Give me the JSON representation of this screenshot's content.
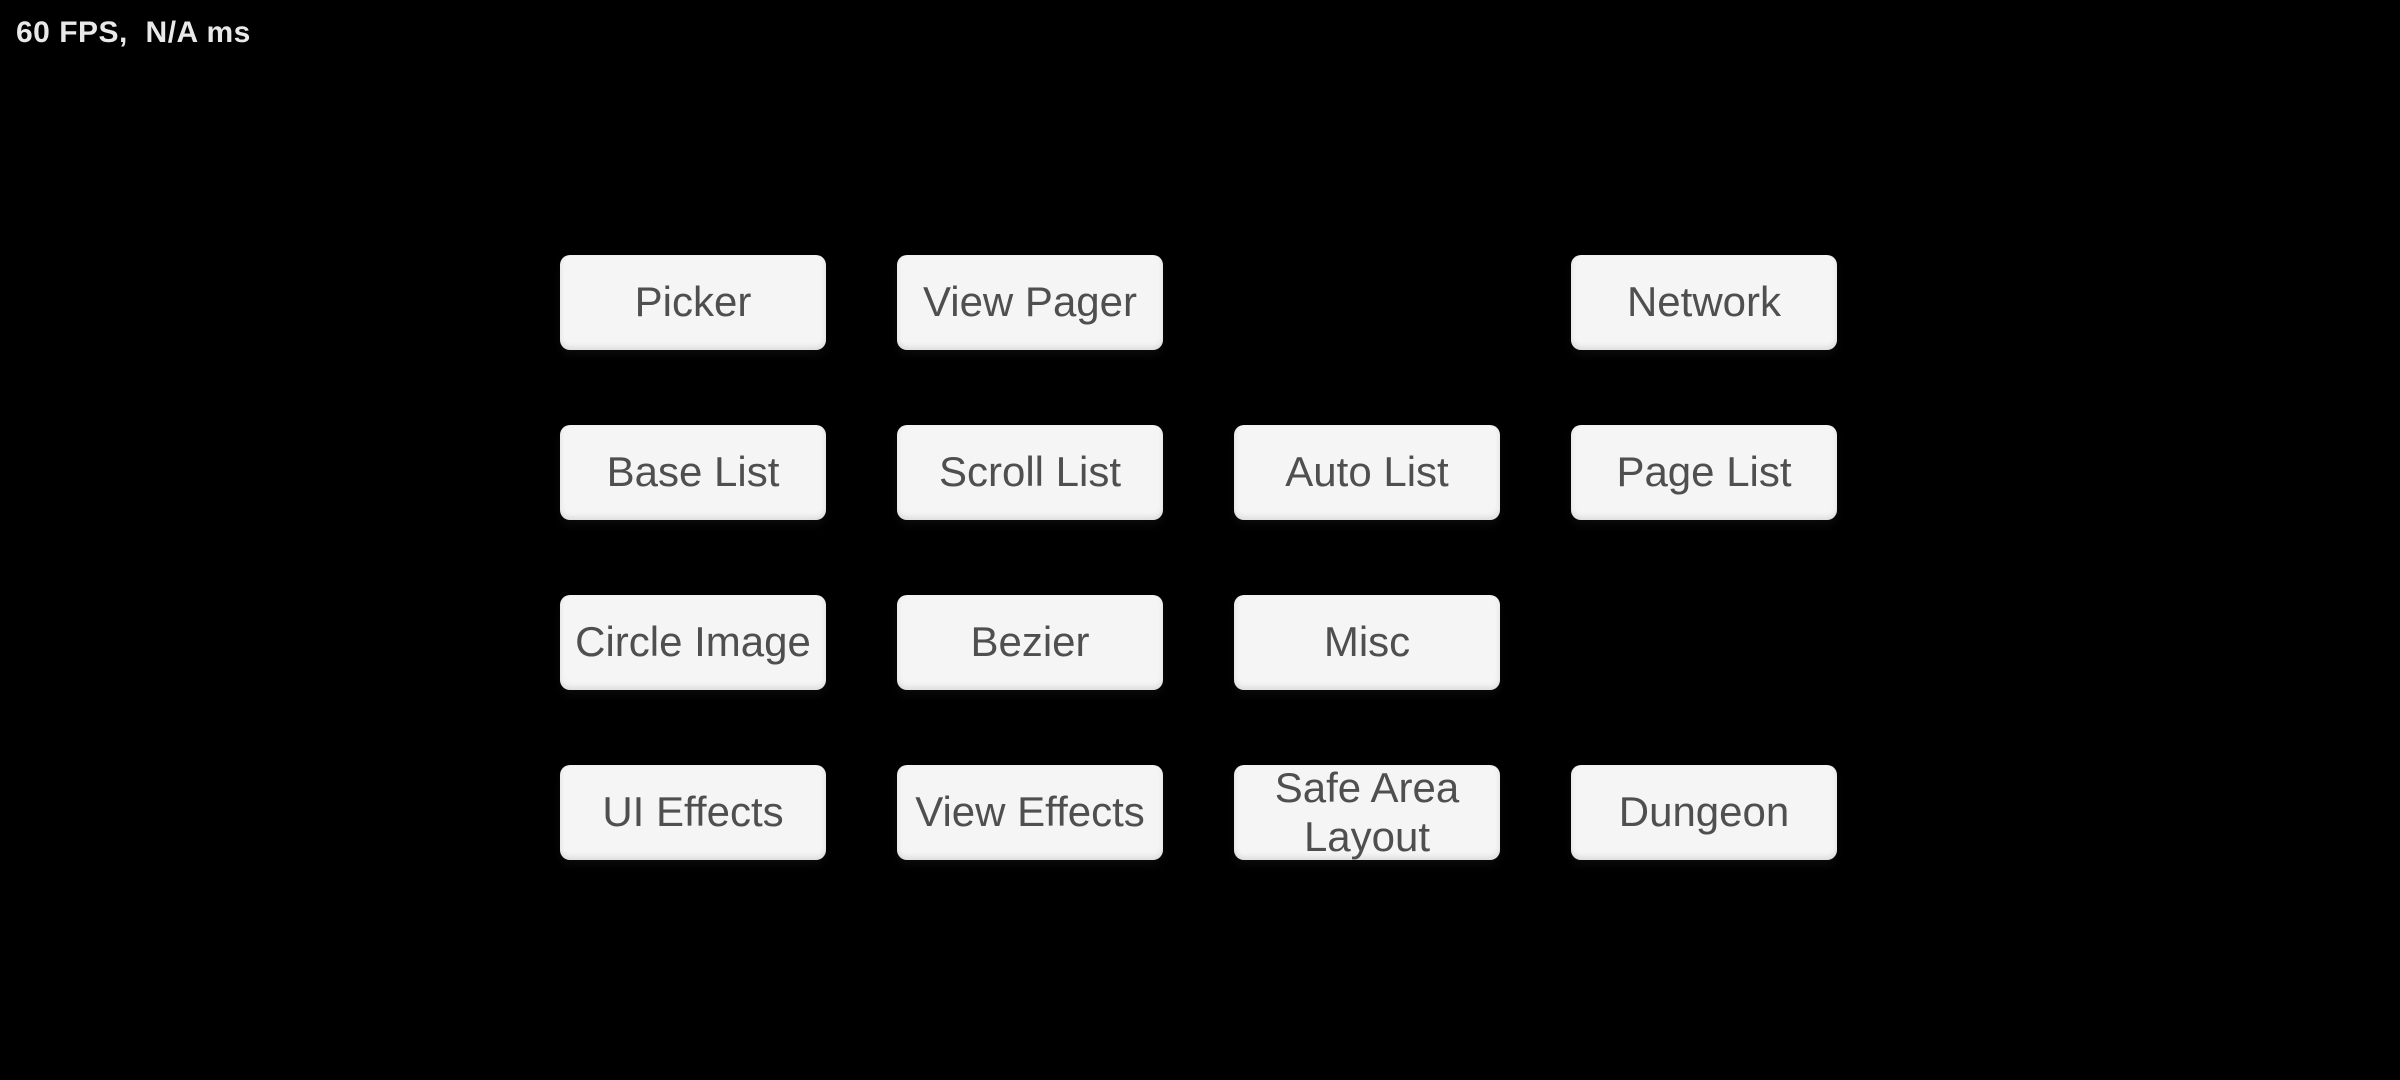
{
  "hud": {
    "fps_label": "60 FPS,  N/A ms"
  },
  "colors": {
    "background": "#000000",
    "button_bg": "#f5f5f5",
    "button_text": "#4f4f4f",
    "hud_text": "#e9e9e9"
  },
  "menu": {
    "buttons": [
      {
        "label": "Picker"
      },
      {
        "label": "View Pager"
      },
      {
        "label": "Network"
      },
      {
        "label": "Base List"
      },
      {
        "label": "Scroll List"
      },
      {
        "label": "Auto List"
      },
      {
        "label": "Page List"
      },
      {
        "label": "Circle Image"
      },
      {
        "label": "Bezier"
      },
      {
        "label": "Misc"
      },
      {
        "label": "UI Effects"
      },
      {
        "label": "View Effects"
      },
      {
        "label": "Safe Area Layout"
      },
      {
        "label": "Dungeon"
      }
    ]
  }
}
